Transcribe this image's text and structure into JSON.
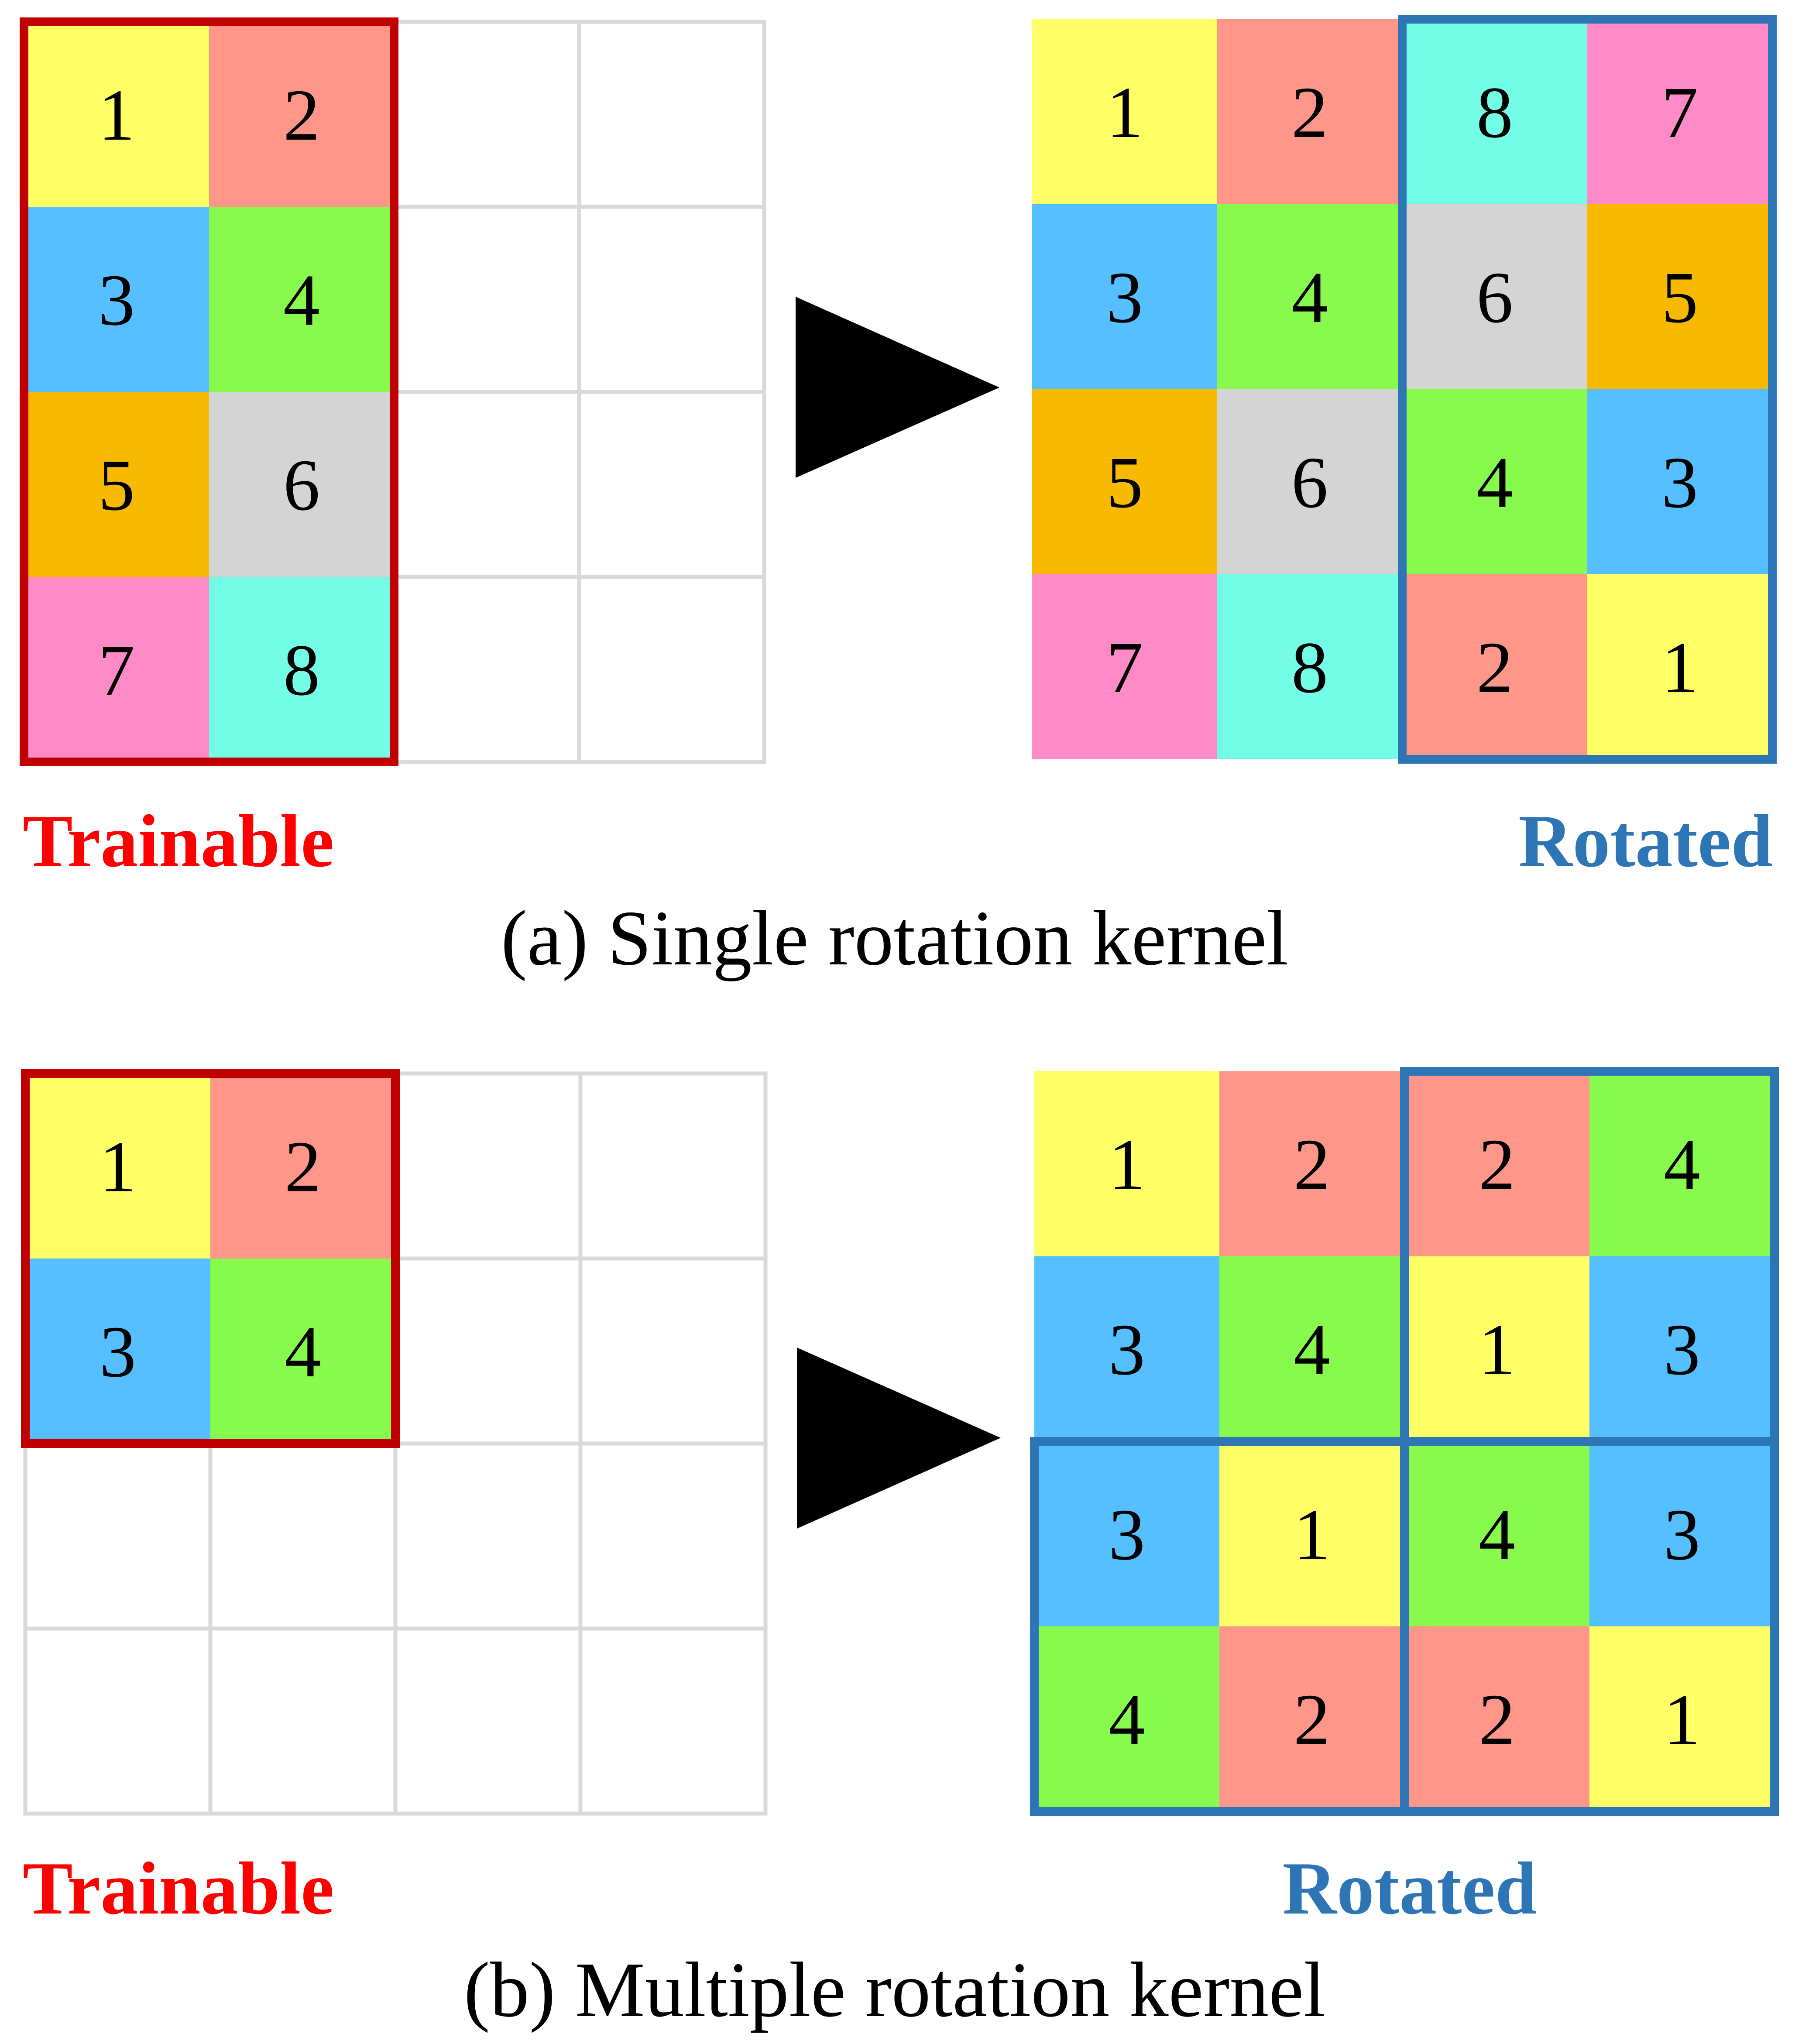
{
  "colors": {
    "yellow": "#FFFF66",
    "salmon": "#FF968A",
    "blue": "#55BFFF",
    "green": "#88FA4E",
    "orange": "#F8BA00",
    "gray": "#D4D4D4",
    "pink": "#FF8AC8",
    "cyan": "#73FCE6",
    "trainable_border": "#C00000",
    "trainable_text": "#FF0000",
    "rotated": "#2E75B6",
    "grid_line": "#D9D9D9",
    "arrow": "#000000"
  },
  "panels": [
    {
      "id": "a",
      "caption": "(a) Single rotation kernel",
      "trainable_label": "Trainable",
      "rotated_label": "Rotated",
      "left_grid": [
        [
          {
            "value": "1",
            "color": "yellow"
          },
          {
            "value": "2",
            "color": "salmon"
          },
          null,
          null
        ],
        [
          {
            "value": "3",
            "color": "blue"
          },
          {
            "value": "4",
            "color": "green"
          },
          null,
          null
        ],
        [
          {
            "value": "5",
            "color": "orange"
          },
          {
            "value": "6",
            "color": "gray"
          },
          null,
          null
        ],
        [
          {
            "value": "7",
            "color": "pink"
          },
          {
            "value": "8",
            "color": "cyan"
          },
          null,
          null
        ]
      ],
      "right_grid": [
        [
          {
            "value": "1",
            "color": "yellow"
          },
          {
            "value": "2",
            "color": "salmon"
          },
          {
            "value": "8",
            "color": "cyan"
          },
          {
            "value": "7",
            "color": "pink"
          }
        ],
        [
          {
            "value": "3",
            "color": "blue"
          },
          {
            "value": "4",
            "color": "green"
          },
          {
            "value": "6",
            "color": "gray"
          },
          {
            "value": "5",
            "color": "orange"
          }
        ],
        [
          {
            "value": "5",
            "color": "orange"
          },
          {
            "value": "6",
            "color": "gray"
          },
          {
            "value": "4",
            "color": "green"
          },
          {
            "value": "3",
            "color": "blue"
          }
        ],
        [
          {
            "value": "7",
            "color": "pink"
          },
          {
            "value": "8",
            "color": "cyan"
          },
          {
            "value": "2",
            "color": "salmon"
          },
          {
            "value": "1",
            "color": "yellow"
          }
        ]
      ],
      "trainable_block": {
        "rows": 4,
        "cols": 2
      },
      "rotated_blocks": [
        {
          "row": 0,
          "col": 2,
          "rows": 4,
          "cols": 2
        }
      ]
    },
    {
      "id": "b",
      "caption": "(b) Multiple rotation kernel",
      "trainable_label": "Trainable",
      "rotated_label": "Rotated",
      "left_grid": [
        [
          {
            "value": "1",
            "color": "yellow"
          },
          {
            "value": "2",
            "color": "salmon"
          },
          null,
          null
        ],
        [
          {
            "value": "3",
            "color": "blue"
          },
          {
            "value": "4",
            "color": "green"
          },
          null,
          null
        ],
        [
          null,
          null,
          null,
          null
        ],
        [
          null,
          null,
          null,
          null
        ]
      ],
      "right_grid": [
        [
          {
            "value": "1",
            "color": "yellow"
          },
          {
            "value": "2",
            "color": "salmon"
          },
          {
            "value": "2",
            "color": "salmon"
          },
          {
            "value": "4",
            "color": "green"
          }
        ],
        [
          {
            "value": "3",
            "color": "blue"
          },
          {
            "value": "4",
            "color": "green"
          },
          {
            "value": "1",
            "color": "yellow"
          },
          {
            "value": "3",
            "color": "blue"
          }
        ],
        [
          {
            "value": "3",
            "color": "blue"
          },
          {
            "value": "1",
            "color": "yellow"
          },
          {
            "value": "4",
            "color": "green"
          },
          {
            "value": "3",
            "color": "blue"
          }
        ],
        [
          {
            "value": "4",
            "color": "green"
          },
          {
            "value": "2",
            "color": "salmon"
          },
          {
            "value": "2",
            "color": "salmon"
          },
          {
            "value": "1",
            "color": "yellow"
          }
        ]
      ],
      "trainable_block": {
        "rows": 2,
        "cols": 2
      },
      "rotated_blocks": [
        {
          "row": 0,
          "col": 2,
          "rows": 2,
          "cols": 2
        },
        {
          "row": 2,
          "col": 0,
          "rows": 2,
          "cols": 2
        },
        {
          "row": 2,
          "col": 2,
          "rows": 2,
          "cols": 2
        }
      ]
    }
  ]
}
